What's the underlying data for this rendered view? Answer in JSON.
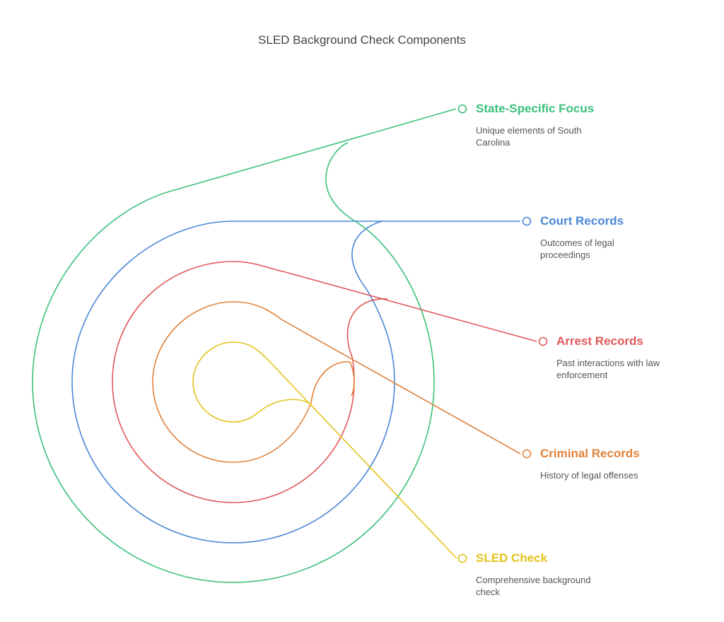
{
  "title": "SLED Background Check Components",
  "colors": {
    "state": "#3cc07c",
    "court": "#4a86d8",
    "arrest": "#e0585a",
    "criminal": "#e0823a",
    "sled": "#e2c31c"
  },
  "items": [
    {
      "key": "state",
      "name": "State-Specific Focus",
      "description": "Unique elements of South Carolina",
      "color": "#3cc07c"
    },
    {
      "key": "court",
      "name": "Court Records",
      "description": "Outcomes of legal proceedings",
      "color": "#4a86d8"
    },
    {
      "key": "arrest",
      "name": "Arrest Records",
      "description": "Past interactions with law enforcement",
      "color": "#e0585a"
    },
    {
      "key": "criminal",
      "name": "Criminal Records",
      "description": "History of legal offenses",
      "color": "#e0823a"
    },
    {
      "key": "sled",
      "name": "SLED Check",
      "description": "Comprehensive background check",
      "color": "#e2c31c"
    }
  ]
}
